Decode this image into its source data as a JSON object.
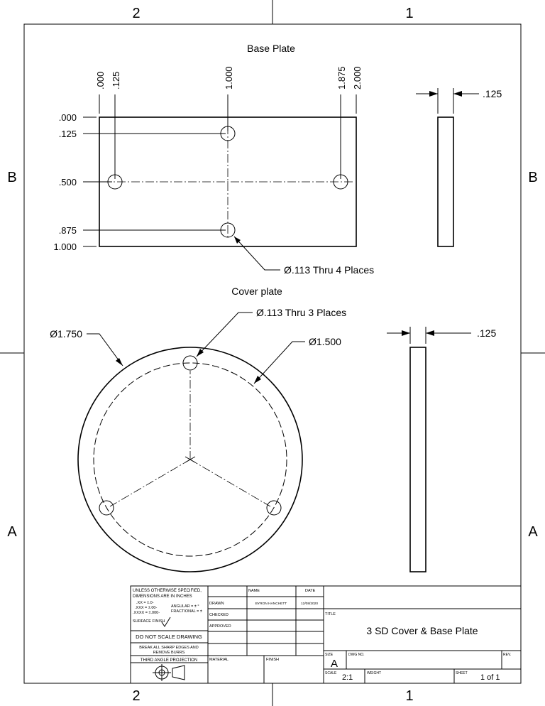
{
  "border": {
    "col_labels_top": [
      "2",
      "1"
    ],
    "col_labels_bottom": [
      "2",
      "1"
    ],
    "row_labels_left": [
      "B",
      "A"
    ],
    "row_labels_right": [
      "B",
      "A"
    ]
  },
  "base_plate": {
    "title": "Base Plate",
    "x_ordinates": [
      ".000",
      ".125",
      "1.000",
      "1.875",
      "2.000"
    ],
    "y_ordinates": [
      ".000",
      ".125",
      ".500",
      ".875",
      "1.000"
    ],
    "hole_callout": "Ø.113 Thru 4 Places",
    "side_thickness": ".125"
  },
  "cover_plate": {
    "title": "Cover plate",
    "hole_callout": "Ø.113 Thru 3 Places",
    "outer_diameter": "Ø1.750",
    "bolt_circle": "Ø1.500",
    "side_thickness": ".125"
  },
  "title_block": {
    "notes": {
      "line1": "UNLESS OTHERWISE SPECIFIED,",
      "line2": "DIMENSIONS ARE IN INCHES",
      "tol1": ".XX = ±.0-",
      "tol2": ".XXX = ±.00-",
      "tol3": ".XXXX = ±.000-",
      "ang1": "ANGULAR = ± °",
      "ang2": "FRACTIONAL = ±",
      "surface": "SURFACE FINISH",
      "noscale": "DO NOT SCALE DRAWING",
      "burrs1": "BREAK ALL SHARP EDGES AND",
      "burrs2": "REMOVE BURRS",
      "projection": "THIRD ANGLE PROJECTION"
    },
    "headers": {
      "name": "NAME",
      "date": "DATE"
    },
    "rows": {
      "drawn": "DRAWN",
      "checked": "CHECKED",
      "approved": "APPROVED"
    },
    "drawn_name": "BYRON HANCHETT",
    "drawn_date": "12/08/2020",
    "material_label": "MATERIAL",
    "finish_label": "FINISH",
    "title_label": "TITLE",
    "title": "3 SD Cover & Base Plate",
    "size_label": "SIZE",
    "size": "A",
    "dwg_no_label": "DWG NO.",
    "rev_label": "REV.",
    "scale_label": "SCALE",
    "scale": "2:1",
    "weight_label": "WEIGHT",
    "sheet_label": "SHEET",
    "sheet": "1 of 1"
  }
}
